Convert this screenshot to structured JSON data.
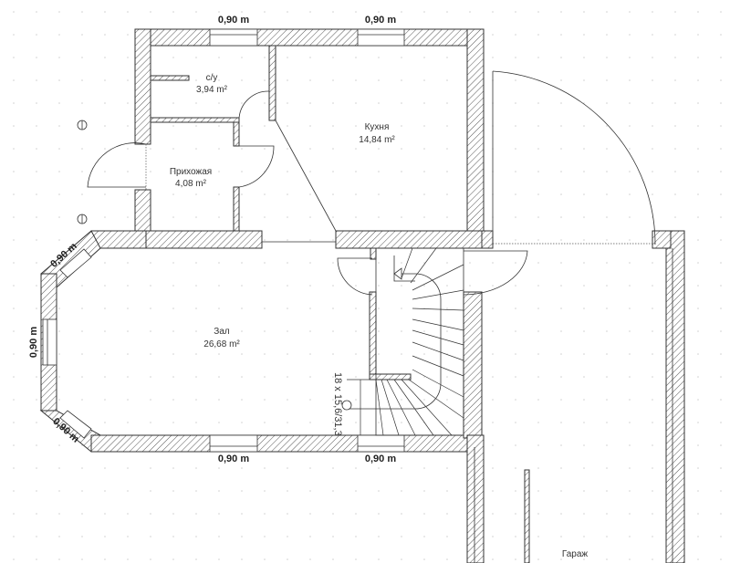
{
  "plan": {
    "rooms": [
      {
        "name": "с/у",
        "area": "3,94 m²"
      },
      {
        "name": "Кухня",
        "area": "14,84 m²"
      },
      {
        "name": "Прихожая",
        "area": "4,08 m²"
      },
      {
        "name": "Зал",
        "area": "26,68 m²"
      },
      {
        "name": "Гараж"
      }
    ],
    "window_dimensions": {
      "top_left": "0,90 m",
      "top_right": "0,90 m",
      "bottom_left": "0,90 m",
      "bottom_right": "0,90 m",
      "bay_upper": "0,90 m",
      "bay_middle": "0,90 m",
      "bay_lower": "0,90 m"
    },
    "stair_label": "18 x 15,6/31,3"
  },
  "colors": {
    "wall_stroke": "#333333",
    "grid_dot": "#d0d0d0"
  }
}
